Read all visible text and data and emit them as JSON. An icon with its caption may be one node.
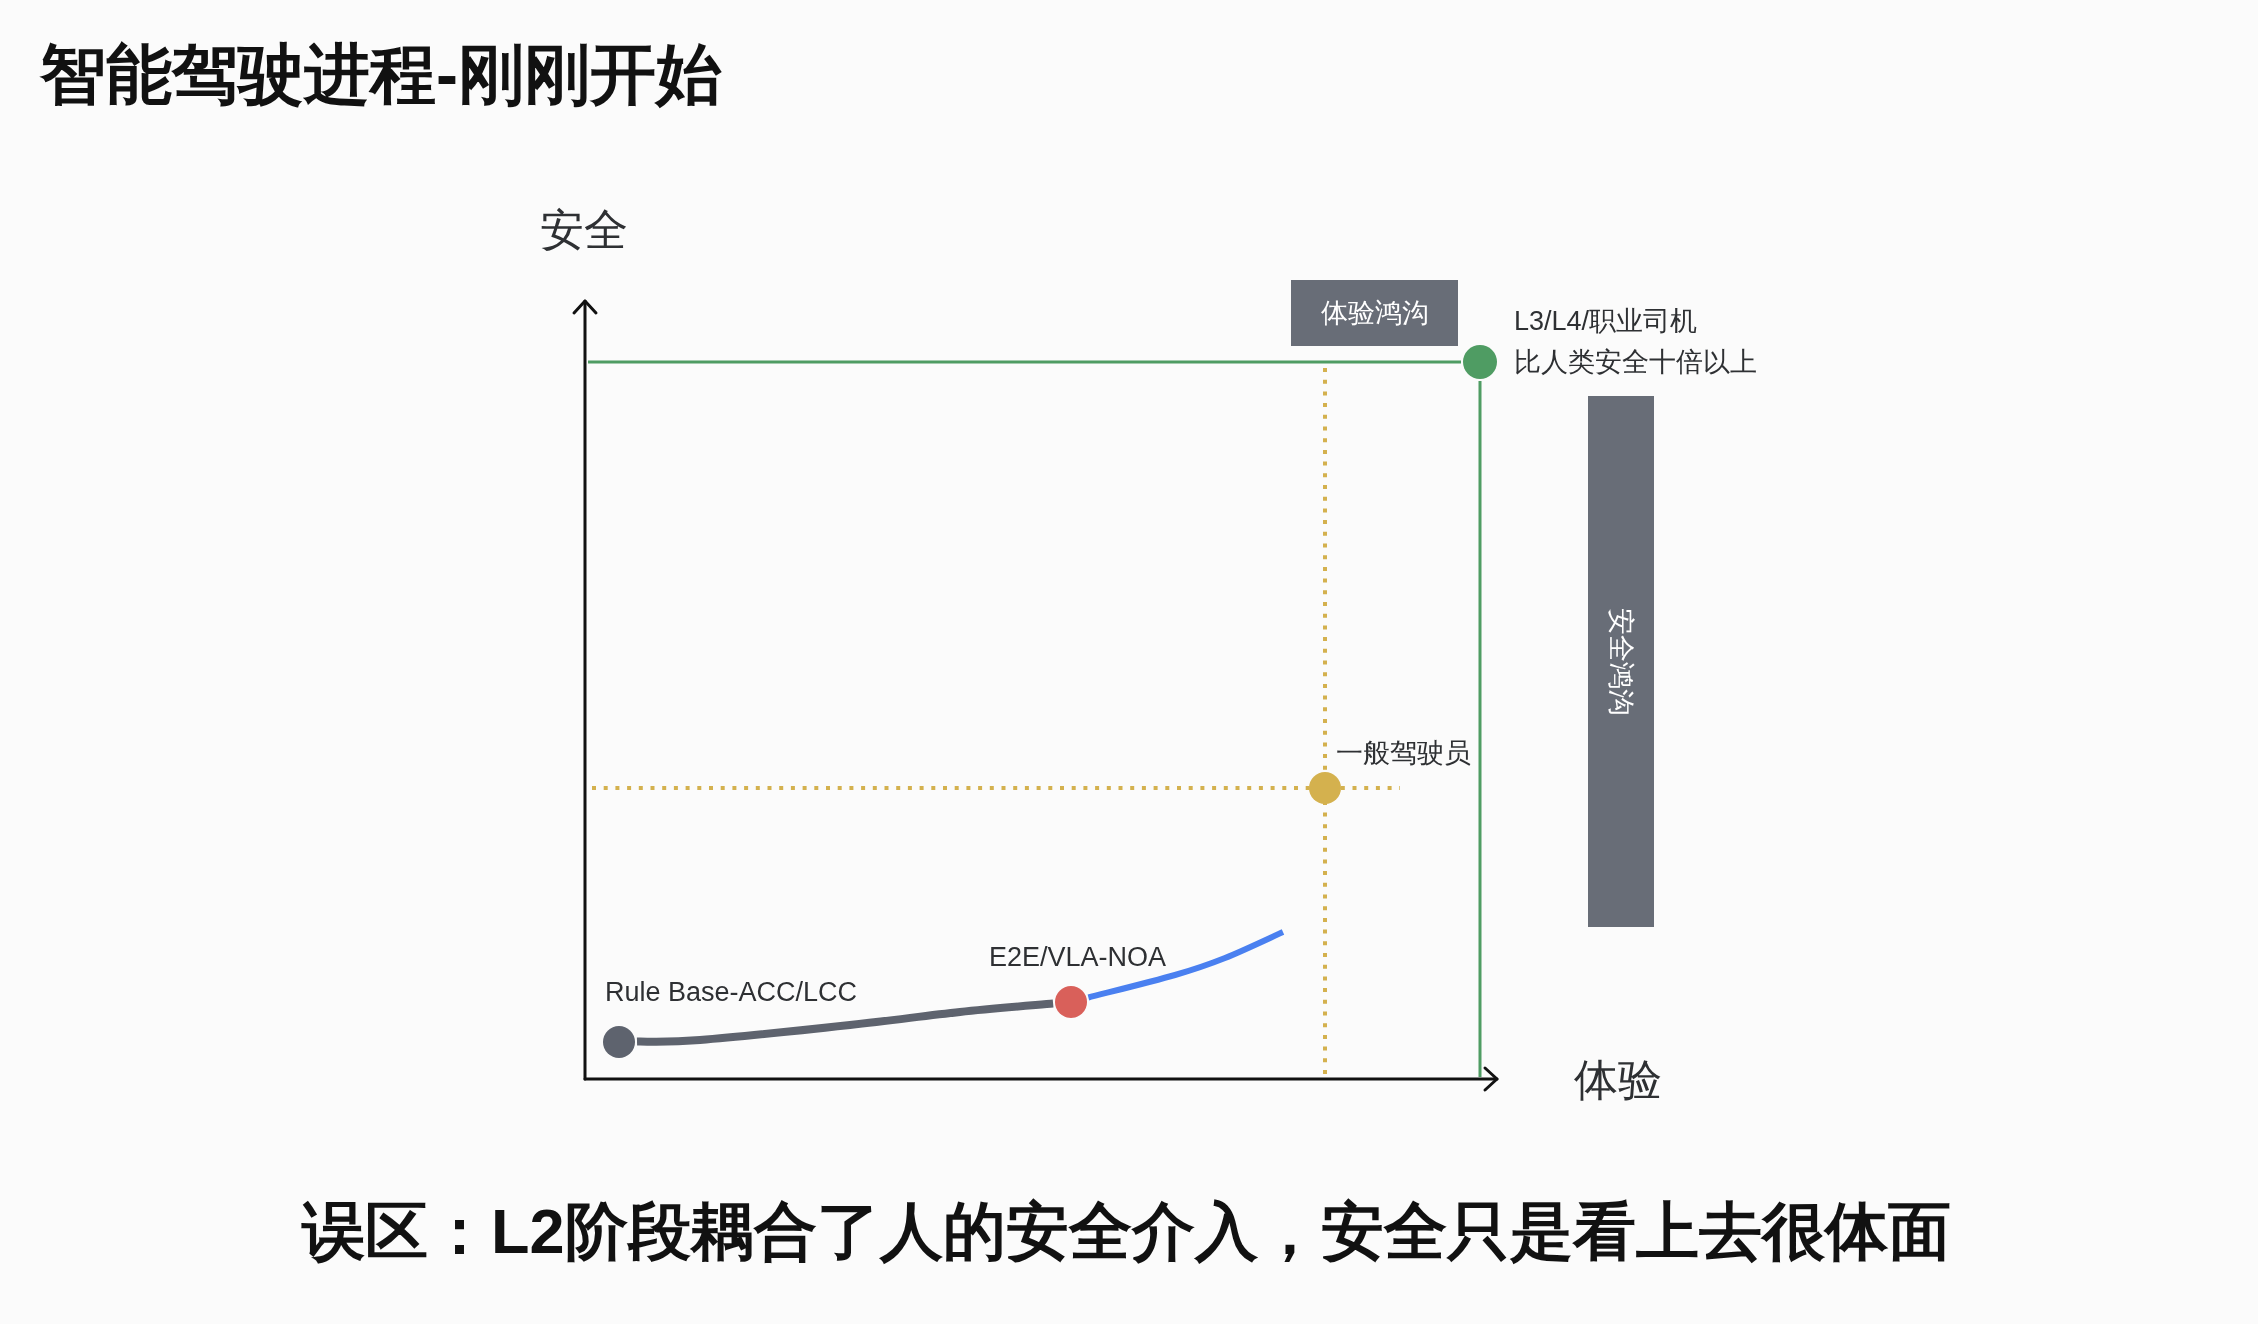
{
  "diagram": {
    "title": "智能驾驶进程-刚刚开始",
    "caption": "误区：L2阶段耦合了人的安全介入，安全只是看上去很体面",
    "nodes": [
      {
        "text": [
          "体验鸿沟"
        ]
      },
      {
        "text": [],
        "shape": "circle",
        "beside": [
          "L3/L4/职业司机",
          "比人类安全十倍以上"
        ]
      },
      {
        "text": [
          "安全鸿沟"
        ]
      },
      {
        "text": [],
        "shape": "circle",
        "beside": [
          "一般驾驶员"
        ]
      },
      {
        "text": [],
        "shape": "circle",
        "beside": [
          "Rule Base-ACC/LCC"
        ]
      },
      {
        "text": [],
        "shape": "circle",
        "beside": [
          "E2E/VLA-NOA"
        ]
      }
    ],
    "edges": [
      {
        "from": 4,
        "to": 5,
        "arrow": "none",
        "color": "#5e636e"
      },
      {
        "from": 5,
        "to": null,
        "arrow": "none",
        "color": "#4a80f0"
      }
    ],
    "labels": [
      "安全",
      "体验"
    ]
  }
}
